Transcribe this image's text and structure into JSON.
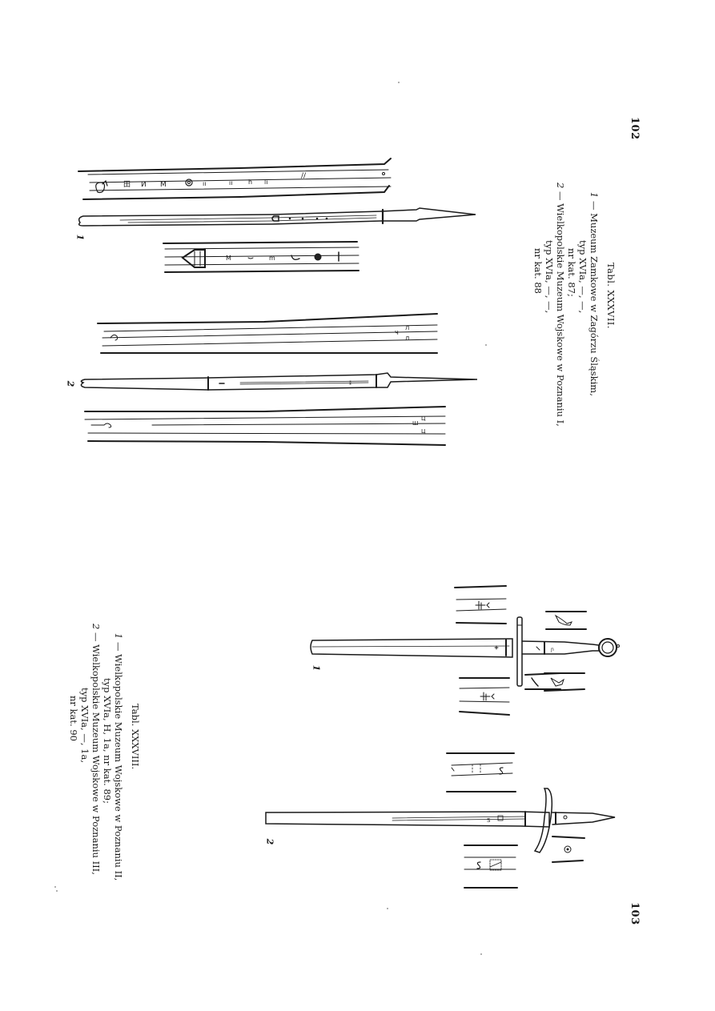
{
  "top_page": {
    "page_number": "102",
    "plate": {
      "title": "Tabl. XXXVII.",
      "entries": [
        {
          "number": "1",
          "line1": "— Muzeum Zamkowe w Zagórzu Śląskim,",
          "line2": "typ XVIa, —, —,",
          "line3": "nr kat. 87;"
        },
        {
          "number": "2",
          "line1": "— Wielkopolskie Muzeum Wojskowe w Poznaniu I,",
          "line2": "typ XVIa, —, —,",
          "line3": "nr kat. 88"
        }
      ]
    },
    "figure_labels": [
      "1",
      "2"
    ]
  },
  "bottom_page": {
    "page_number": "103",
    "plate": {
      "title": "Tabl. XXXVIII.",
      "entries": [
        {
          "number": "1",
          "line1": "— Wielkopolskie Muzeum Wojskowe w Poznaniu II,",
          "line2": "typ XVIa, H, 1a, nr kat. 89;"
        },
        {
          "number": "2",
          "line1": "— Wielkopolskie Muzeum Wojskowe w Poznaniu III,",
          "line2": "typ XVIa, —, 1a,",
          "line3": "nr kat. 90"
        }
      ]
    },
    "figure_labels": [
      "1",
      "2"
    ]
  }
}
